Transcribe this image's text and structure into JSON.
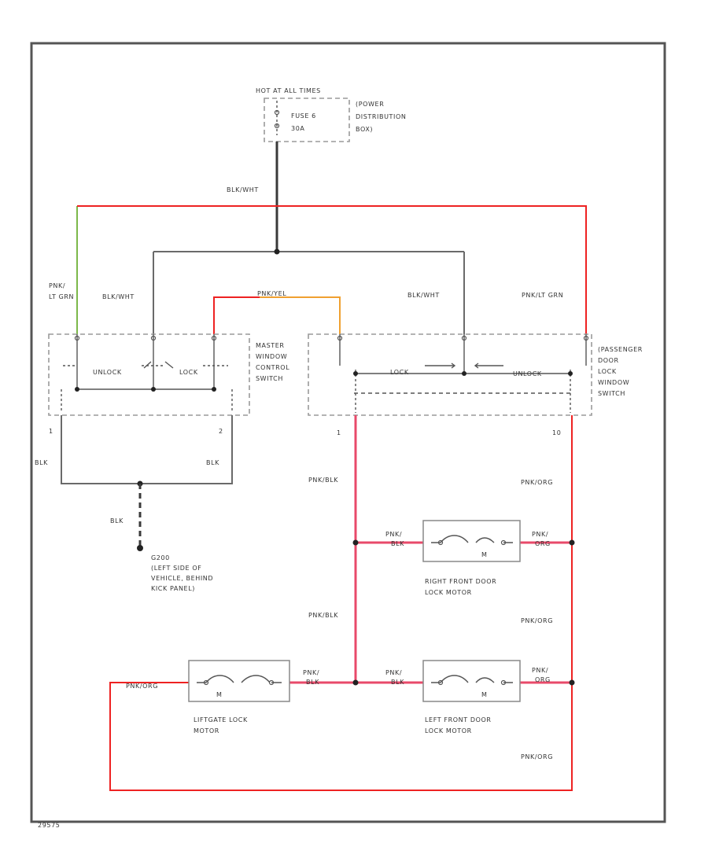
{
  "colors": {
    "red": "#ee2222",
    "pink": "#e84a6a",
    "green": "#7cb84a",
    "orange": "#f0a030"
  },
  "labels": {
    "hot_at_all_times": "HOT AT ALL TIMES",
    "fuse_1": "FUSE 6",
    "fuse_2": "30A",
    "pdb_1": "(POWER",
    "pdb_2": "DISTRIBUTION",
    "pdb_3": "BOX)",
    "blk_wht_main": "BLK/WHT",
    "pnk_lt_grn_left_1": "PNK/",
    "pnk_lt_grn_left_2": "LT GRN",
    "blk_wht_left": "BLK/WHT",
    "pnk_yel": "PNK/YEL",
    "blk_wht_right": "BLK/WHT",
    "pnk_lt_grn_right": "PNK/LT GRN",
    "master_1": "MASTER",
    "master_2": "WINDOW",
    "master_3": "CONTROL",
    "master_4": "SWITCH",
    "unlock_left": "UNLOCK",
    "lock_left": "LOCK",
    "passenger_1": "(PASSENGER",
    "passenger_2": "DOOR",
    "passenger_3": "LOCK",
    "passenger_4": "WINDOW",
    "passenger_5": "SWITCH",
    "lock_right": "LOCK",
    "unlock_right": "UNLOCK",
    "pin_1_left": "1",
    "pin_2_left": "2",
    "pin_1_right": "1",
    "pin_10_right": "10",
    "blk_left": "BLK",
    "blk_right": "BLK",
    "blk_ground": "BLK",
    "ground_1": "G200",
    "ground_2": "(LEFT SIDE OF",
    "ground_3": "VEHICLE, BEHIND",
    "ground_4": "KICK PANEL)",
    "pnk_blk_upper": "PNK/BLK",
    "pnk_org_upper": "PNK/ORG",
    "rf_pnk_1": "PNK/",
    "rf_blk_2": "BLK",
    "rf_pnk_3": "PNK/",
    "rf_org_4": "ORG",
    "rf_motor_1": "RIGHT FRONT DOOR",
    "rf_motor_2": "LOCK MOTOR",
    "pnk_blk_lower": "PNK/BLK",
    "pnk_org_middle": "PNK/ORG",
    "lg_pnk_org": "PNK/ORG",
    "lg_pnk_1": "PNK/",
    "lg_blk_2": "BLK",
    "lf_pnk_1": "PNK/",
    "lf_blk_2": "BLK",
    "lf_pnk_3": "PNK/",
    "lf_org_4": "ORG",
    "lg_motor_1": "LIFTGATE LOCK",
    "lg_motor_2": "MOTOR",
    "lf_motor_1": "LEFT FRONT DOOR",
    "lf_motor_2": "LOCK MOTOR",
    "pnk_org_lower": "PNK/ORG",
    "motor_m": "M",
    "code": "29575"
  }
}
